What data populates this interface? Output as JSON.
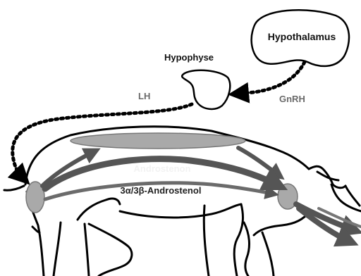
{
  "labels": {
    "hypothalamus": "Hypothalamus",
    "hypophyse": "Hypophyse",
    "gnrh": "GnRH",
    "lh": "LH",
    "androstenon": "Androstenon",
    "androstenol": "3α/3β-Androstenol"
  },
  "colors": {
    "outline": "#000000",
    "arrow_dark": "#555555",
    "arrow_light": "#6b6b6b",
    "organ_fill": "#a9a9a9",
    "label_dark": "#111111",
    "label_grey": "#6a6a6a",
    "label_on_arrow": "#f2f2f2"
  }
}
